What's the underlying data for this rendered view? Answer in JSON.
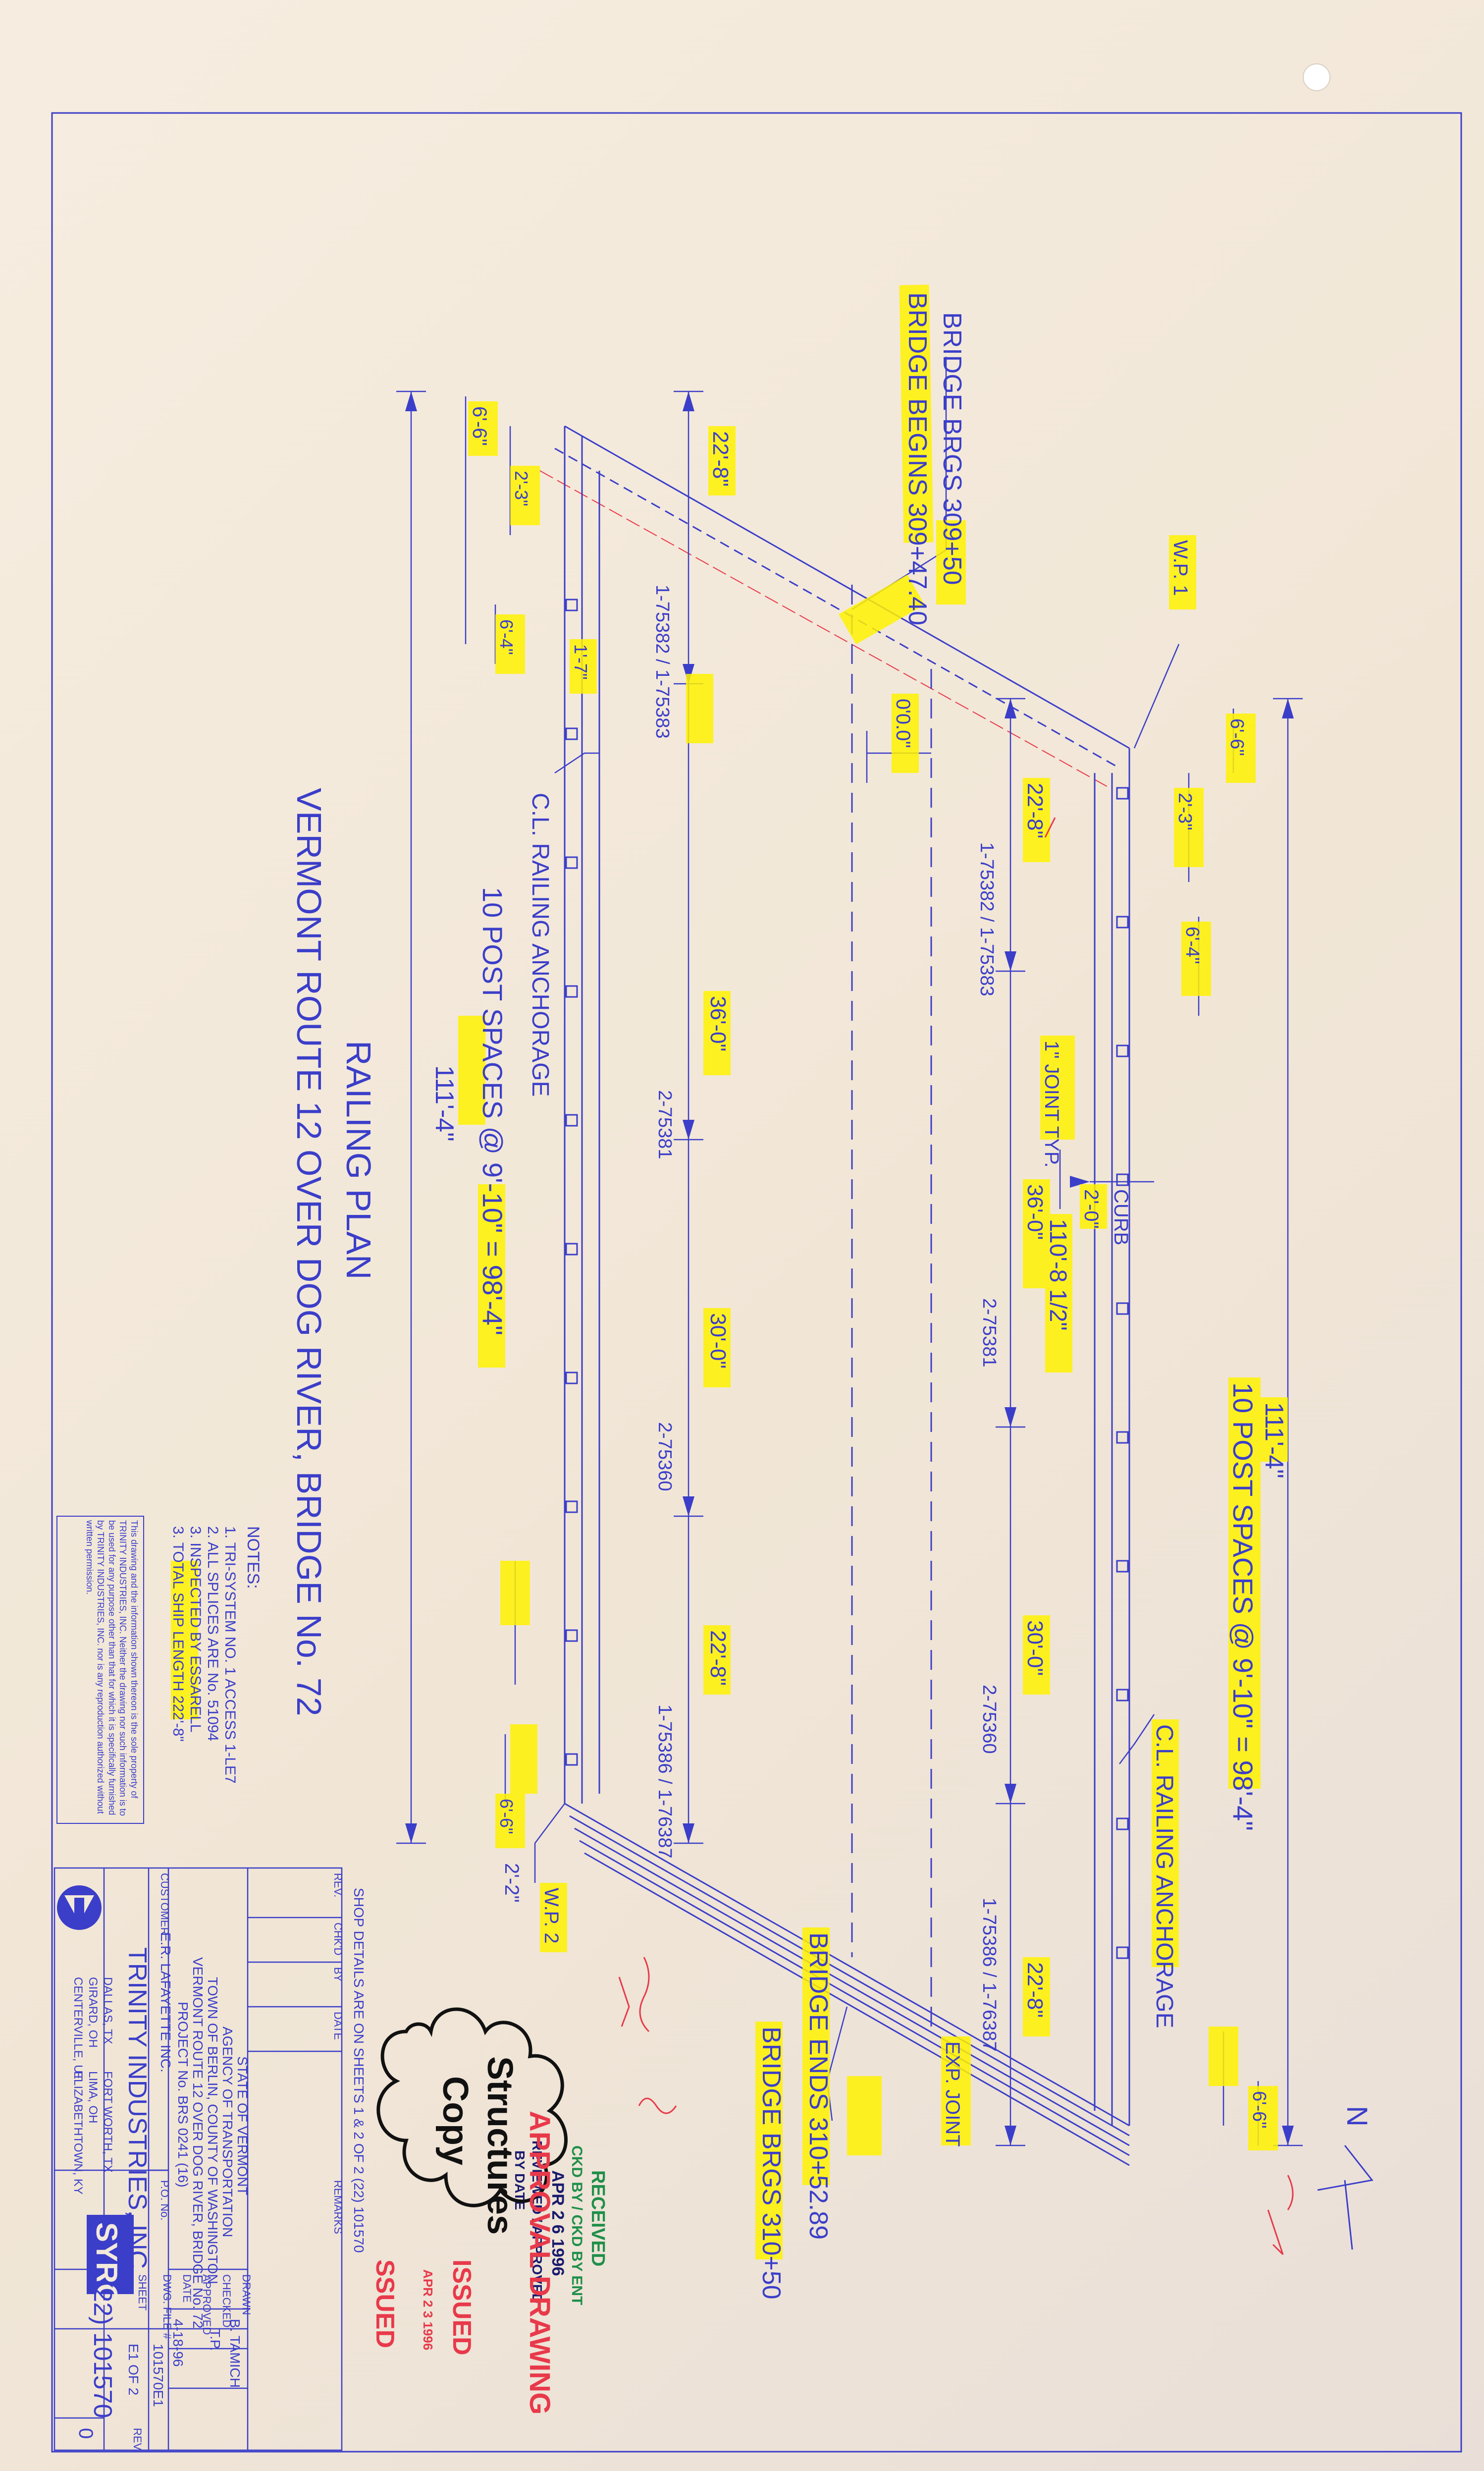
{
  "colors": {
    "ink": "#3b3ec9",
    "ink_light": "#6f72d8",
    "highlight": "#fff200",
    "red": "#e8394a",
    "green": "#1f8f4a",
    "black": "#111111",
    "paper": "#f3e9da"
  },
  "drawing": {
    "title_line1": "RAILING PLAN",
    "title_line2": "VERMONT ROUTE 12 OVER DOG RIVER, BRIDGE No. 72",
    "north_label": "N",
    "top_annotations": {
      "bridge_begins_a": "BRIDGE BRGS 309+50",
      "bridge_begins_b": "BRIDGE BEGINS 309+47.40",
      "wp1": "W.P. 1",
      "dim_6_6": "6'-6\"",
      "dim_0_0": "0'0.0\""
    },
    "bottom_annotations": {
      "bridge_ends_a": "BRIDGE ENDS 310+52.89",
      "bridge_ends_b": "BRIDGE BRGS 310+50",
      "wp2": "W.P. 2",
      "exp_joint": "EXP. JOINT",
      "dim_2_2": "2'-2\""
    },
    "left_rail": {
      "anchorage": "C.L. RAILING ANCHORAGE",
      "spacing": "10 POST SPACES @ 9'-10\" = 98'-4\"",
      "overall": "111'-4\"",
      "segments": [
        "22'-8\"",
        "36'-0\"",
        "30'-0\"",
        "22'-8\""
      ],
      "piece_marks": [
        "1-75382 / 1-75383",
        "2-75381",
        "2-75360",
        "1-75386 / 1-76387"
      ],
      "end_dims": [
        "6'-6\"",
        "2'-3\"",
        "6'-4\"",
        "1'-7\"",
        "6'-6\""
      ]
    },
    "right_rail": {
      "anchorage": "C.L. RAILING ANCHORAGE",
      "spacing": "10 POST SPACES @ 9'-10\" = 98'-4\"",
      "overall": "111'-4\"",
      "segments": [
        "22'-8\"",
        "36'-0\"",
        "30'-0\"",
        "22'-8\""
      ],
      "piece_marks": [
        "1-75382 / 1-75383",
        "2-75381",
        "2-75360",
        "1-75386 / 1-76387"
      ],
      "end_dims": [
        "6'-6\"",
        "2'-3\"",
        "6'-4\"",
        "6'-6\""
      ],
      "joint_label": "1\" JOINT TYP.",
      "curb_dim": "2'-0\"",
      "curb_label": "CURB",
      "handwritten_dim": "110'-8 1/2\""
    },
    "notes": {
      "heading": "NOTES:",
      "items": [
        "1. TRI-SYSTEM NO. 1 ACCESS 1-LE7",
        "2. ALL SPLICES ARE No. 51094",
        "3. INSPECTED BY ESSARELL",
        "3. TOTAL SHIP LENGTH 222'-8\""
      ]
    },
    "shop_details_note": "SHOP DETAILS ARE ON SHEETS 1 & 2 OF 2 (22) 101570"
  },
  "title_block": {
    "company": "TRINITY INDUSTRIES, INC.",
    "logo_text": "SYRO",
    "locations": [
      "DALLAS, TX",
      "GIRARD, OH",
      "CENTERVILLE, UT",
      "FORT WORTH, TX",
      "LIMA, OH",
      "ELIZABETHTOWN, KY"
    ],
    "customer_label": "CUSTOMER",
    "customer": "E.R. LAFAYETTE INC.",
    "po_label": "P.O. No.",
    "project_lines": [
      "STATE OF VERMONT",
      "AGENCY OF TRANSPORTATION",
      "TOWN OF BERLIN, COUNTY OF WASHINGTON",
      "VERMONT ROUTE 12 OVER DOG RIVER, BRIDGE No. 72",
      "PROJECT No. BRS 0241 (16)"
    ],
    "drawn_label": "DRAWN",
    "drawn": "B. TAMICH",
    "checked_label": "CHECKED",
    "checked": "T.P.",
    "approved_label": "APPROVED",
    "date_label": "DATE",
    "date": "4-18-96",
    "dwg_file_label": "DWG. FILE #",
    "dwg_file": "101570E1",
    "sheet_label": "SHEET",
    "sheet": "E1 OF 2",
    "rev_label": "REV.",
    "rev": "0",
    "drawing_number": "(22) 101570",
    "rev_headers": [
      "REV.",
      "CHK'D",
      "BY",
      "DATE",
      "REMARKS"
    ],
    "disclaimer": "This drawing and the information shown thereon is the sole property of TRINITY INDUSTRIES, INC. Neither the drawing nor such information is to be used for any purpose other than that for which it is specifically furnished by TRINITY INDUSTRIES, INC. nor is any reproduction authorized without written permission."
  },
  "stamps": {
    "received": {
      "line1": "RECEIVED",
      "line2": "CKD BY / CKD BY ENT",
      "date": "APR 2 6 1996",
      "line3": "REVIEWED / APPROVED",
      "line4": "BY     DATE"
    },
    "structures_copy": [
      "Structures",
      "Copy"
    ],
    "approval": "APPROVAL DRAWING",
    "issued": "ISSUED",
    "issued_date": "APR 2 3 1996",
    "issued_partial": "SSUED"
  }
}
